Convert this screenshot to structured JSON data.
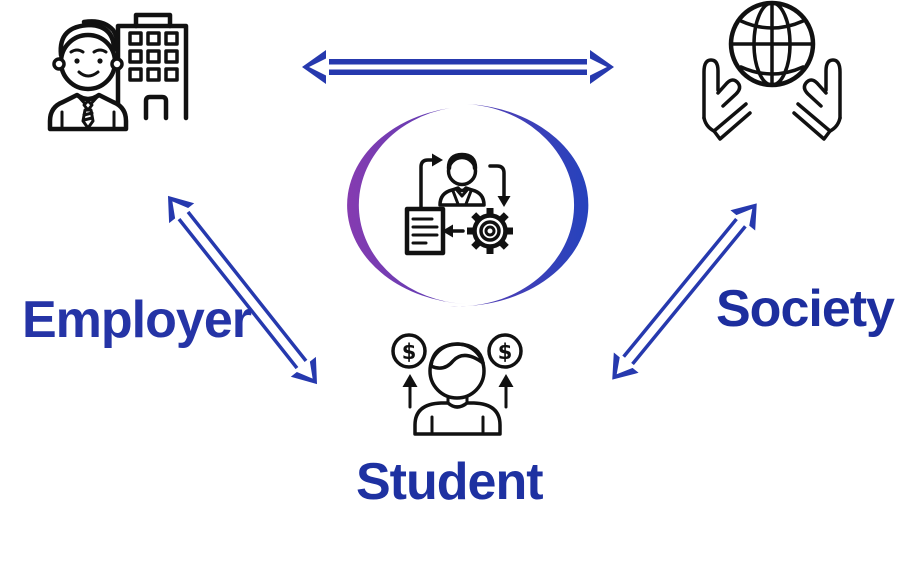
{
  "nodes": {
    "employer": {
      "label": "Employer",
      "icon": "businessman-with-office-building-icon"
    },
    "society": {
      "label": "Society",
      "icon": "hands-holding-globe-icon"
    },
    "student": {
      "label": "Student",
      "icon": "person-with-rising-dollar-coins-icon",
      "coin_symbol": "$"
    },
    "center": {
      "icon": "person-document-gear-process-icon"
    }
  },
  "connections": [
    {
      "from": "Employer",
      "to": "Society",
      "type": "double-headed-arrow"
    },
    {
      "from": "Employer",
      "to": "Student",
      "type": "double-headed-arrow"
    },
    {
      "from": "Society",
      "to": "Student",
      "type": "double-headed-arrow"
    }
  ],
  "colors": {
    "arrow_blue": "#2639ae",
    "arrow_core": "#ffffff",
    "label_employer": "#2534a6",
    "label_society": "#1d2e9e",
    "label_student": "#1e31a1",
    "circle_purple": "#8b3bb0",
    "circle_mid": "#5a3db4",
    "circle_blue": "#2742bc",
    "icon_ink": "#111111",
    "background": "#ffffff"
  }
}
